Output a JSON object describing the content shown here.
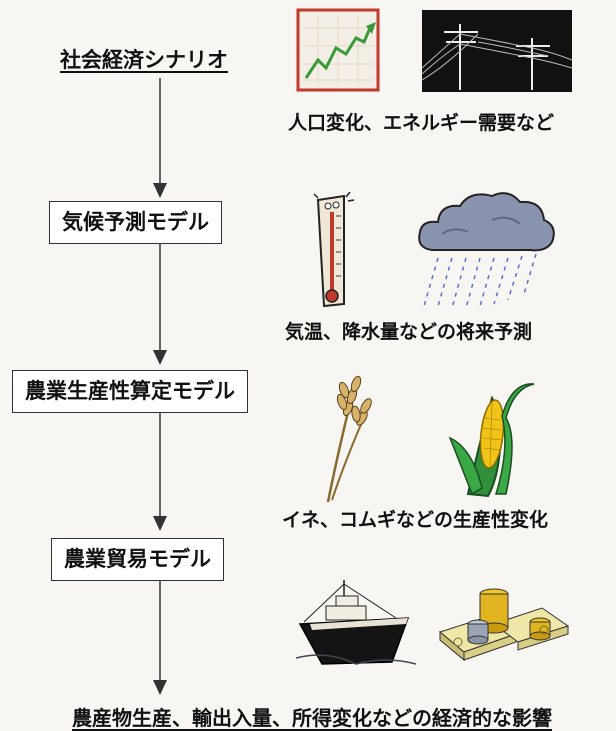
{
  "steps": {
    "scenario": "社会経済シナリオ",
    "climate": "気候予測モデル",
    "agri_productivity": "農業生産性算定モデル",
    "agri_trade": "農業貿易モデル"
  },
  "captions": {
    "scenario": "人口変化、エネルギー需要など",
    "climate": "気温、降水量などの将来予測",
    "agri_productivity": "イネ、コムギなどの生産性変化",
    "final": "農産物生産、輸出入量、所得変化などの経済的な影響"
  },
  "icons": [
    "growth-chart-icon",
    "power-lines-icon",
    "thermometer-icon",
    "rain-cloud-icon",
    "wheat-icon",
    "corn-icon",
    "ship-icon",
    "coins-money-icon"
  ],
  "colors": {
    "arrow": "#333333",
    "box_border": "#333333",
    "chart_border": "#c0392b",
    "chart_line": "#3a9a3a"
  }
}
